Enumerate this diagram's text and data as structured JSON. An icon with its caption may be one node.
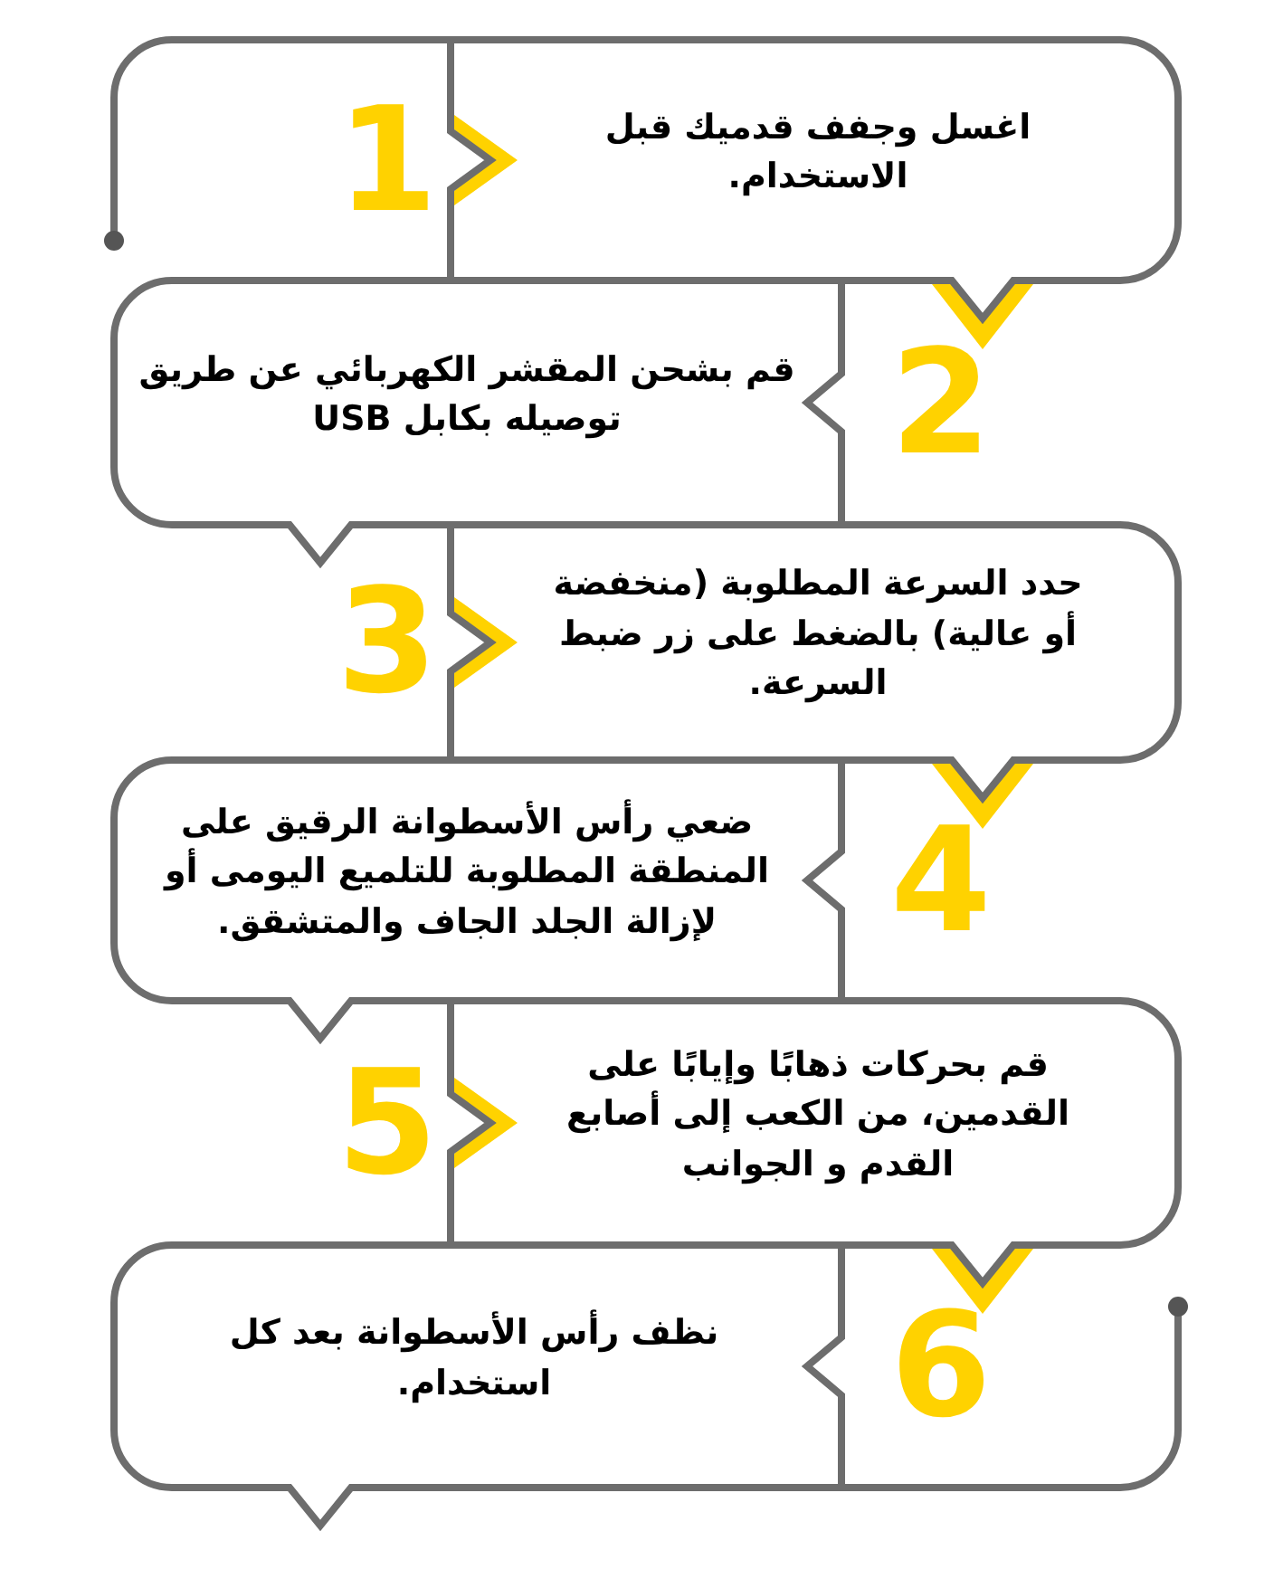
{
  "diagram": {
    "nodes": [
      {
        "text": [
          "اغسل وجفف قدميك قبل الاستخدام.",
          "1"
        ]
      },
      {
        "text": [
          "2",
          "قم بشحن المقشر الكهربائي عن طريق توصيله بكابل USB"
        ]
      },
      {
        "text": [
          "حدد السرعة المطلوبة (منخفضة أو عالية) بالضغط على زر ضبط السرعة.",
          "3"
        ]
      },
      {
        "text": [
          "4",
          "ضعي رأس الأسطوانة الرقيق على المنطقة المطلوبة للتلميع اليومى أو لإزالة الجلد الجاف والمتشقق."
        ]
      },
      {
        "text": [
          "قم بحركات ذهابًا وإيابًا على القدمين، من الكعب إلى أصابع القدم و الجوانب",
          "5"
        ]
      },
      {
        "text": [
          "6",
          "نظف رأس الأسطوانة بعد كل استخدام."
        ]
      }
    ]
  }
}
